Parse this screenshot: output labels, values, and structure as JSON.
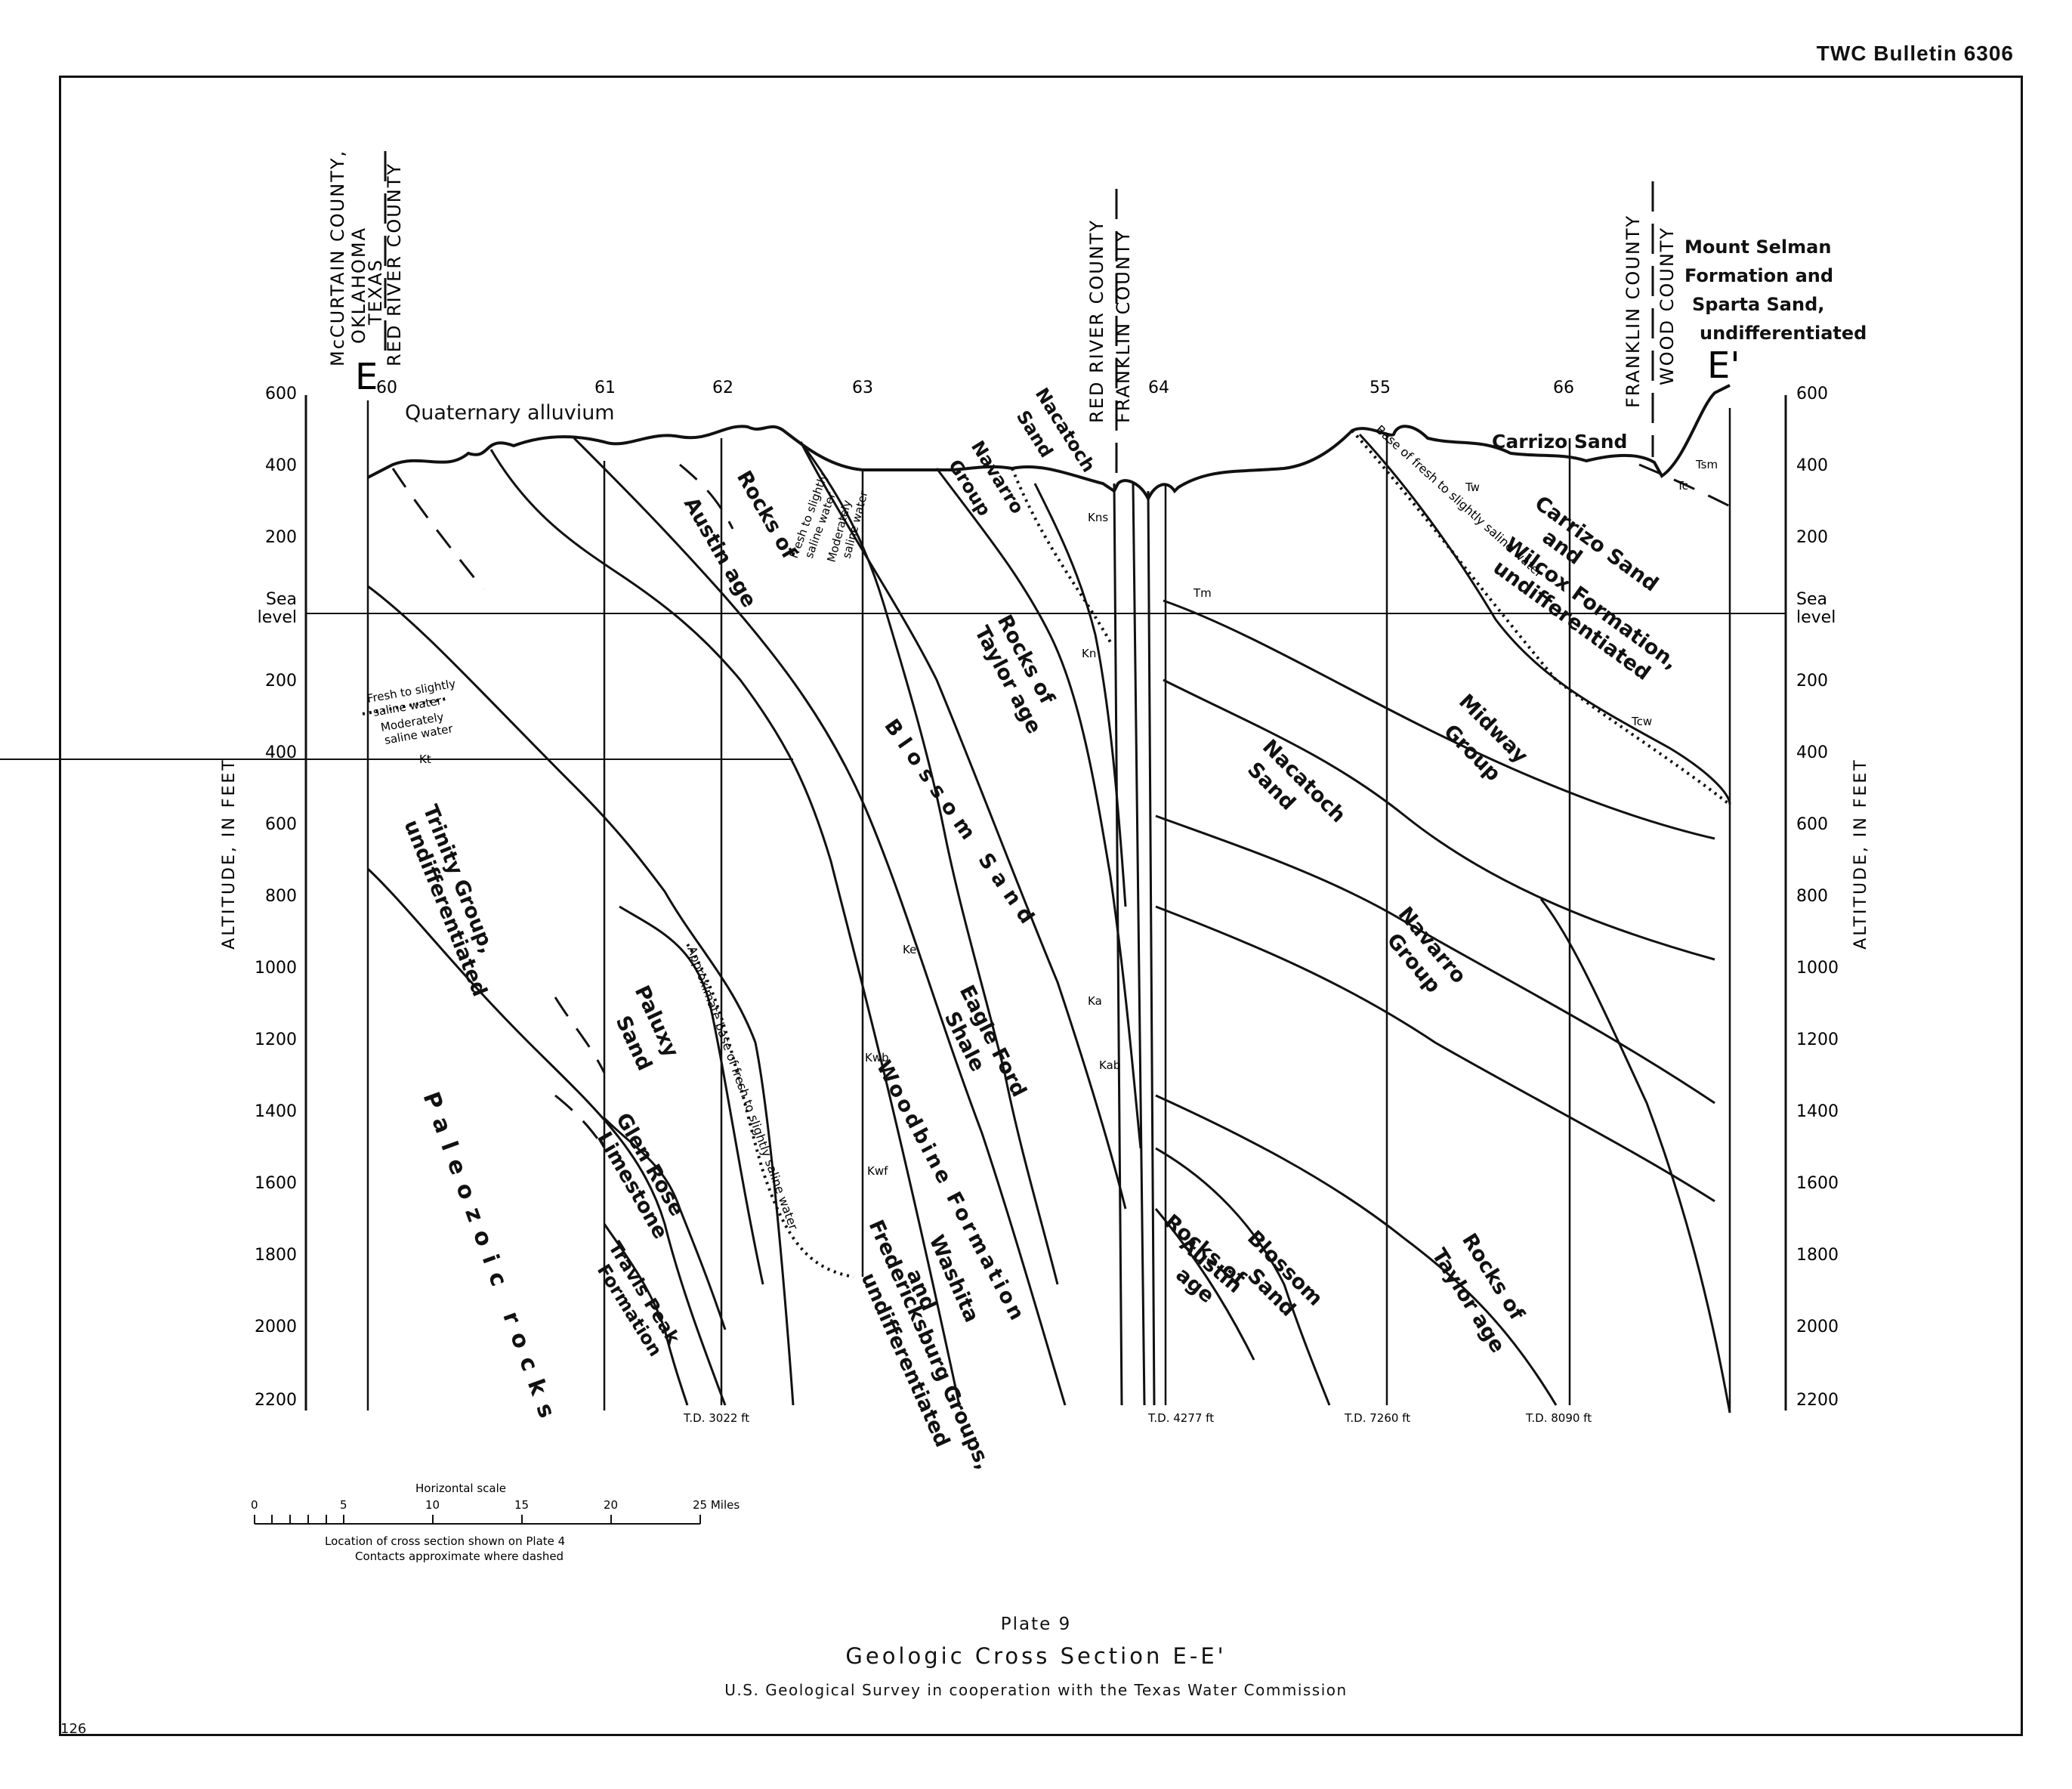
{
  "header": {
    "bulletin": "TWC Bulletin 6306",
    "page_number": "126"
  },
  "footer": {
    "plate": "Plate 9",
    "title": "Geologic Cross Section E-E'",
    "credit": "U.S. Geological Survey in cooperation with the Texas Water Commission"
  },
  "axis": {
    "left_label": "ALTITUDE, IN FEET",
    "right_label": "ALTITUDE, IN FEET",
    "ticks": [
      "600",
      "400",
      "200",
      "Sea level",
      "200",
      "400",
      "600",
      "800",
      "1000",
      "1200",
      "1400",
      "1600",
      "1800",
      "2000",
      "2200"
    ]
  },
  "section": {
    "start": "E",
    "end": "E'",
    "wells": [
      "60",
      "61",
      "62",
      "63",
      "64",
      "55",
      "66"
    ],
    "total_depths": [
      "T.D. 3022 ft",
      "T.D. 4277 ft",
      "T.D. 7260 ft",
      "T.D. 8090 ft"
    ],
    "county_left": [
      "McCURTAIN COUNTY,",
      "OKLAHOMA",
      "TEXAS",
      "RED RIVER COUNTY"
    ],
    "county_mid": [
      "RED RIVER COUNTY",
      "FRANKLIN COUNTY"
    ],
    "county_right": [
      "FRANKLIN COUNTY",
      "WOOD COUNTY"
    ]
  },
  "units": {
    "quaternary": "Quaternary alluvium",
    "trinity": [
      "Trinity Group,",
      "undifferentiated"
    ],
    "paleozoic": "Paleozoic rocks",
    "paluxy": [
      "Paluxy",
      "Sand"
    ],
    "glen_rose": [
      "Glen Rose",
      "Limestone"
    ],
    "travis_peak": [
      "Travis Peak",
      "Formation"
    ],
    "austin_left": [
      "Rocks of",
      "Austin age"
    ],
    "navarro_left": [
      "Navarro",
      "Group"
    ],
    "nacatoch_left": [
      "Nacatoch",
      "Sand"
    ],
    "taylor_left": [
      "Rocks of",
      "Taylor age"
    ],
    "blossom_left": "Blossom Sand",
    "eagle_ford": [
      "Eagle Ford",
      "Shale"
    ],
    "woodbine": "Woodbine Formation",
    "washita": [
      "Washita",
      "and",
      "Fredericksburg Groups,",
      "undifferentiated"
    ],
    "nacatoch_right": [
      "Nacatoch",
      "Sand"
    ],
    "midway": [
      "Midway",
      "Group"
    ],
    "navarro_right": [
      "Navarro",
      "Group"
    ],
    "taylor_right": [
      "Rocks of",
      "Taylor age"
    ],
    "austin_right": [
      "Rocks of",
      "Austin",
      "age"
    ],
    "blossom_right": [
      "Blossom",
      "Sand"
    ],
    "carrizo_sand": "Carrizo Sand",
    "carrizo_wilcox": [
      "Carrizo Sand",
      "and",
      "Wilcox Formation,",
      "undifferentiated"
    ],
    "mount_selman": [
      "Mount Selman",
      "Formation and",
      "Sparta Sand,",
      "undifferentiated"
    ]
  },
  "symbols": [
    "Kt",
    "Ke",
    "Kwb",
    "Kwf",
    "Kns",
    "Kn",
    "Ka",
    "Kab",
    "Tm",
    "Tw",
    "Tcw",
    "Tc",
    "Tsm"
  ],
  "water_notes": {
    "fresh": [
      "Fresh to slightly",
      "saline water"
    ],
    "moderate": [
      "Moderately",
      "saline water"
    ],
    "approx_base": "Approximate base of fresh to slightly saline water",
    "base_right": "Base of fresh to slightly saline water"
  },
  "scale": {
    "label": "Horizontal scale",
    "ticks": [
      "0",
      "5",
      "10",
      "15",
      "20",
      "25 Miles"
    ],
    "note1": "Location of cross section shown on Plate 4",
    "note2": "Contacts approximate where dashed"
  }
}
